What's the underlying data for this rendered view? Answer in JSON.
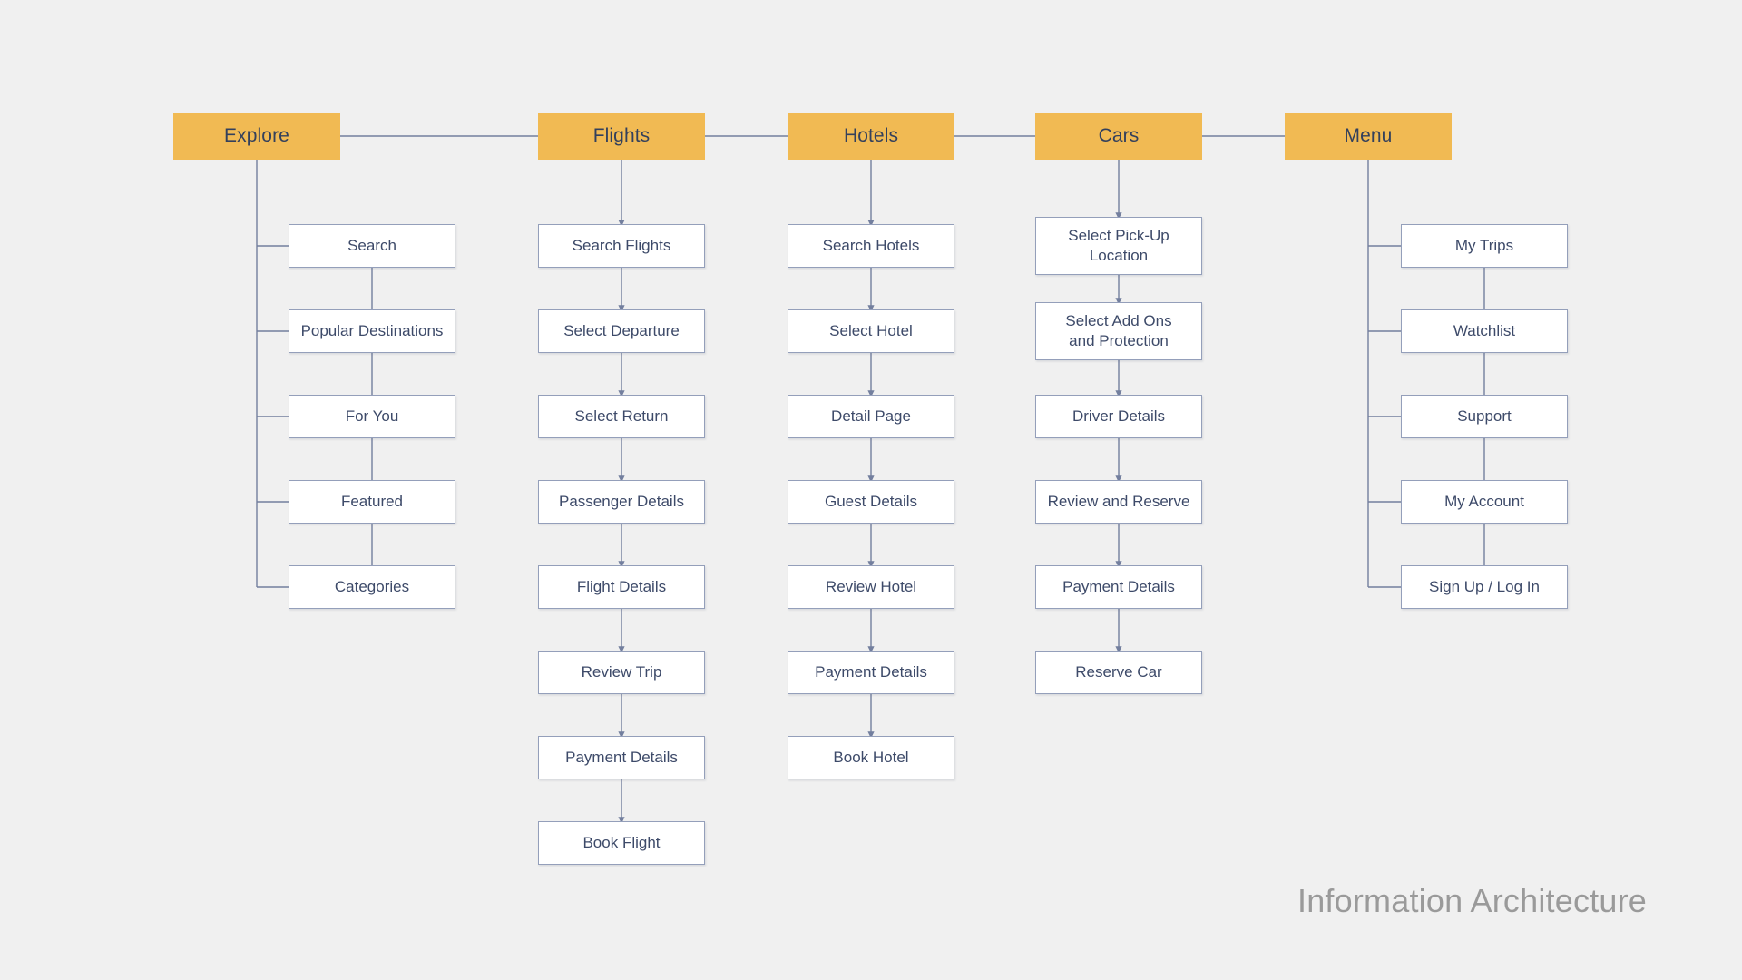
{
  "page": {
    "caption": "Information Architecture",
    "background_color": "#f0f0f0",
    "header_color": "#f1ba53",
    "header_text_color": "#33405c",
    "box_border_color": "#949fba",
    "box_text_color": "#3d4a69",
    "connector_color": "#737f9e",
    "caption_color": "#9a9a9a"
  },
  "diagram": {
    "type": "tree",
    "orientation": "vertical",
    "columns": [
      {
        "id": "explore",
        "header": "Explore",
        "connector_style": "bracket",
        "steps": [
          {
            "label": "Search"
          },
          {
            "label": "Popular Destinations"
          },
          {
            "label": "For You"
          },
          {
            "label": "Featured"
          },
          {
            "label": "Categories"
          }
        ]
      },
      {
        "id": "flights",
        "header": "Flights",
        "connector_style": "arrow",
        "steps": [
          {
            "label": "Search Flights"
          },
          {
            "label": "Select Departure"
          },
          {
            "label": "Select Return"
          },
          {
            "label": "Passenger Details"
          },
          {
            "label": "Flight Details"
          },
          {
            "label": "Review Trip"
          },
          {
            "label": "Payment Details"
          },
          {
            "label": "Book Flight"
          }
        ]
      },
      {
        "id": "hotels",
        "header": "Hotels",
        "connector_style": "arrow",
        "steps": [
          {
            "label": "Search Hotels"
          },
          {
            "label": "Select Hotel"
          },
          {
            "label": "Detail Page"
          },
          {
            "label": "Guest Details"
          },
          {
            "label": "Review Hotel"
          },
          {
            "label": "Payment Details"
          },
          {
            "label": "Book Hotel"
          }
        ]
      },
      {
        "id": "cars",
        "header": "Cars",
        "connector_style": "arrow",
        "steps": [
          {
            "label": "Select Pick-Up Location",
            "lines": [
              "Select Pick-Up",
              "Location"
            ]
          },
          {
            "label": "Select Add Ons and Protection",
            "lines": [
              "Select Add Ons",
              "and Protection"
            ]
          },
          {
            "label": "Driver Details"
          },
          {
            "label": "Review and Reserve"
          },
          {
            "label": "Payment Details"
          },
          {
            "label": "Reserve Car"
          }
        ]
      },
      {
        "id": "menu",
        "header": "Menu",
        "connector_style": "bracket",
        "steps": [
          {
            "label": "My Trips"
          },
          {
            "label": "Watchlist"
          },
          {
            "label": "Support"
          },
          {
            "label": "My Account"
          },
          {
            "label": "Sign Up / Log In"
          }
        ]
      }
    ]
  }
}
